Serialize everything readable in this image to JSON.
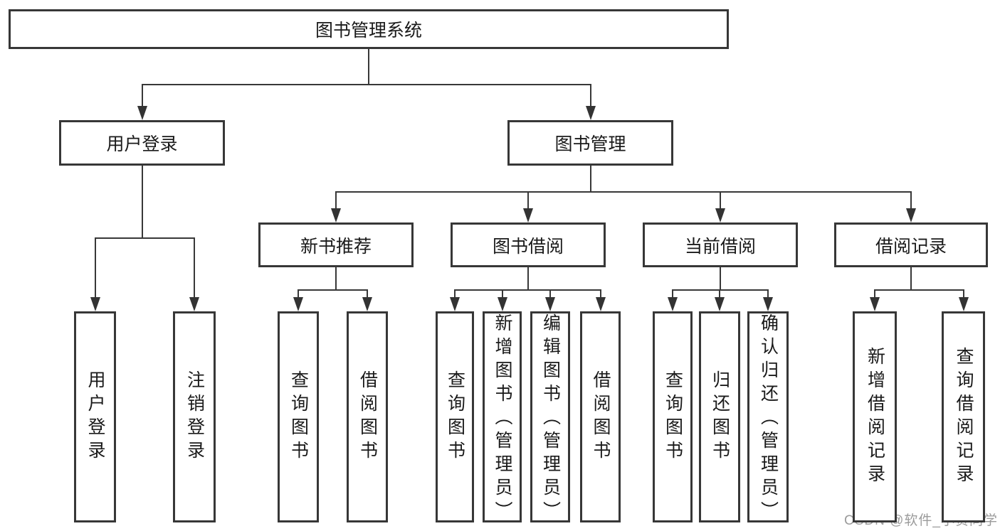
{
  "diagram": {
    "title": "图书管理系统",
    "watermark": "CSDN @软件_小贺同学"
  },
  "colors": {
    "background": "#ffffff",
    "box_border": "#373737",
    "line": "#383838",
    "text": "#1a1a1a",
    "watermark": "#9b9b9b"
  },
  "nodes": [
    {
      "id": "root",
      "label": "图书管理系统",
      "parent": null
    },
    {
      "id": "user-login",
      "label": "用户登录",
      "parent": "root"
    },
    {
      "id": "book-mgmt",
      "label": "图书管理",
      "parent": "root"
    },
    {
      "id": "login",
      "label": "用户登录",
      "parent": "user-login"
    },
    {
      "id": "logout",
      "label": "注销登录",
      "parent": "user-login"
    },
    {
      "id": "new-book-rec",
      "label": "新书推荐",
      "parent": "book-mgmt"
    },
    {
      "id": "book-borrow",
      "label": "图书借阅",
      "parent": "book-mgmt"
    },
    {
      "id": "current-borrow",
      "label": "当前借阅",
      "parent": "book-mgmt"
    },
    {
      "id": "borrow-records",
      "label": "借阅记录",
      "parent": "book-mgmt"
    },
    {
      "id": "query-book-1",
      "label": "查询图书",
      "parent": "new-book-rec"
    },
    {
      "id": "borrow-book-1",
      "label": "借阅图书",
      "parent": "new-book-rec"
    },
    {
      "id": "query-book-2",
      "label": "查询图书",
      "parent": "book-borrow"
    },
    {
      "id": "add-book",
      "label": "新增图书（管理员）",
      "parent": "book-borrow"
    },
    {
      "id": "edit-book",
      "label": "编辑图书（管理员）",
      "parent": "book-borrow"
    },
    {
      "id": "borrow-book-2",
      "label": "借阅图书",
      "parent": "book-borrow"
    },
    {
      "id": "query-book-3",
      "label": "查询图书",
      "parent": "current-borrow"
    },
    {
      "id": "return-book",
      "label": "归还图书",
      "parent": "current-borrow"
    },
    {
      "id": "confirm-return",
      "label": "确认归还（管理员）",
      "parent": "current-borrow"
    },
    {
      "id": "add-borrow-record",
      "label": "新增借阅记录",
      "parent": "borrow-records"
    },
    {
      "id": "query-borrow-record",
      "label": "查询借阅记录",
      "parent": "borrow-records"
    }
  ]
}
